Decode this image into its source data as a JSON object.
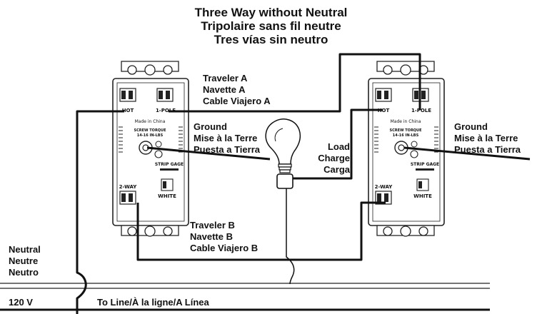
{
  "title": {
    "en": "Three Way without Neutral",
    "fr": "Tripolaire sans fil neutre",
    "es": "Tres vías sin neutro"
  },
  "traveler_a": {
    "en": "Traveler A",
    "fr": "Navette A",
    "es": "Cable Viajero A"
  },
  "traveler_b": {
    "en": "Traveler B",
    "fr": "Navette B",
    "es": "Cable Viajero B"
  },
  "ground_left": {
    "en": "Ground",
    "fr": "Mise à la Terre",
    "es": "Puesta a Tierra"
  },
  "ground_right": {
    "en": "Ground",
    "fr": "Mise à la Terre",
    "es": "Puesta a Tierra"
  },
  "load": {
    "en": "Load",
    "fr": "Charge",
    "es": "Carga"
  },
  "neutral": {
    "en": "Neutral",
    "fr": "Neutre",
    "es": "Neutro"
  },
  "line_voltage": "120 V",
  "to_line": "To Line/À la ligne/A Línea",
  "switch_labels": {
    "hot": "HOT",
    "one_pole": "1-POLE",
    "made_in": "Made in China",
    "screw_torque": "SCREW TORQUE",
    "torque_value": "14-16 IN-LBS",
    "strip_gauge": "STRIP GAGE",
    "two_way": "2-WAY",
    "white": "WHITE"
  }
}
